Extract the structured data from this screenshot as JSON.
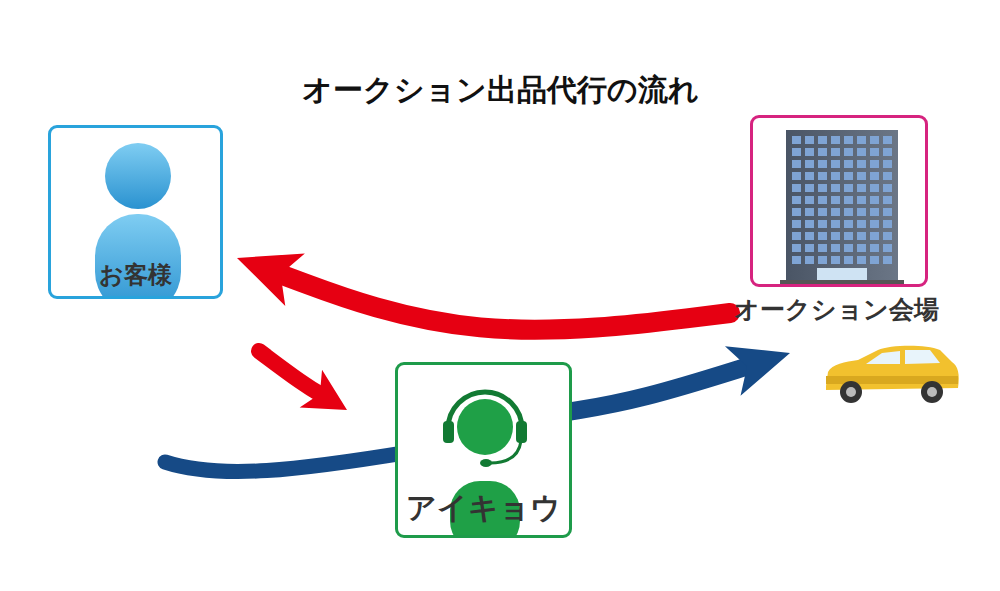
{
  "diagram": {
    "title": "オークション出品代行の流れ",
    "nodes": [
      {
        "text": [
          "お客様"
        ]
      },
      {
        "text": [
          "オークション会場"
        ]
      },
      {
        "text": [
          "アイキョウ"
        ]
      }
    ],
    "edges": [
      {
        "from": 1,
        "to": 0,
        "arrow": "to"
      },
      {
        "from": 0,
        "to": 2,
        "arrow": "to"
      },
      {
        "from": 2,
        "to": 1,
        "arrow": "to"
      }
    ]
  }
}
